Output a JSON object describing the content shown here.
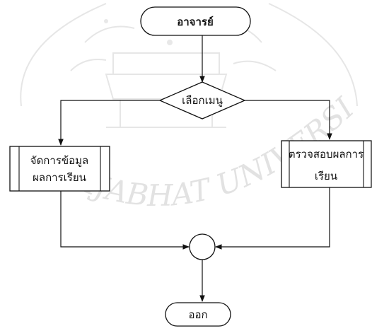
{
  "diagram": {
    "type": "flowchart",
    "nodes": {
      "start": {
        "label": "อาจารย์",
        "shape": "terminator"
      },
      "menu": {
        "label": "เลือกเมนู",
        "shape": "decision"
      },
      "manage_grades": {
        "lines": [
          "จัดการข้อมูล",
          "ผลการเรียน"
        ],
        "shape": "predefined-process"
      },
      "check_grades": {
        "lines": [
          "ตรวจสอบผลการ",
          "เรียน"
        ],
        "shape": "predefined-process"
      },
      "connector": {
        "label": "",
        "shape": "connector"
      },
      "end": {
        "label": "ออก",
        "shape": "terminator"
      }
    },
    "edges": [
      {
        "from": "start",
        "to": "menu"
      },
      {
        "from": "menu",
        "to": "manage_grades"
      },
      {
        "from": "menu",
        "to": "check_grades"
      },
      {
        "from": "manage_grades",
        "to": "connector"
      },
      {
        "from": "check_grades",
        "to": "connector"
      },
      {
        "from": "connector",
        "to": "end"
      }
    ]
  },
  "watermark": {
    "text": "RAJABHAT UNIVERSITY"
  },
  "colors": {
    "line": "#111111",
    "fill": "#ffffff",
    "watermark": "#e2e2e2"
  }
}
